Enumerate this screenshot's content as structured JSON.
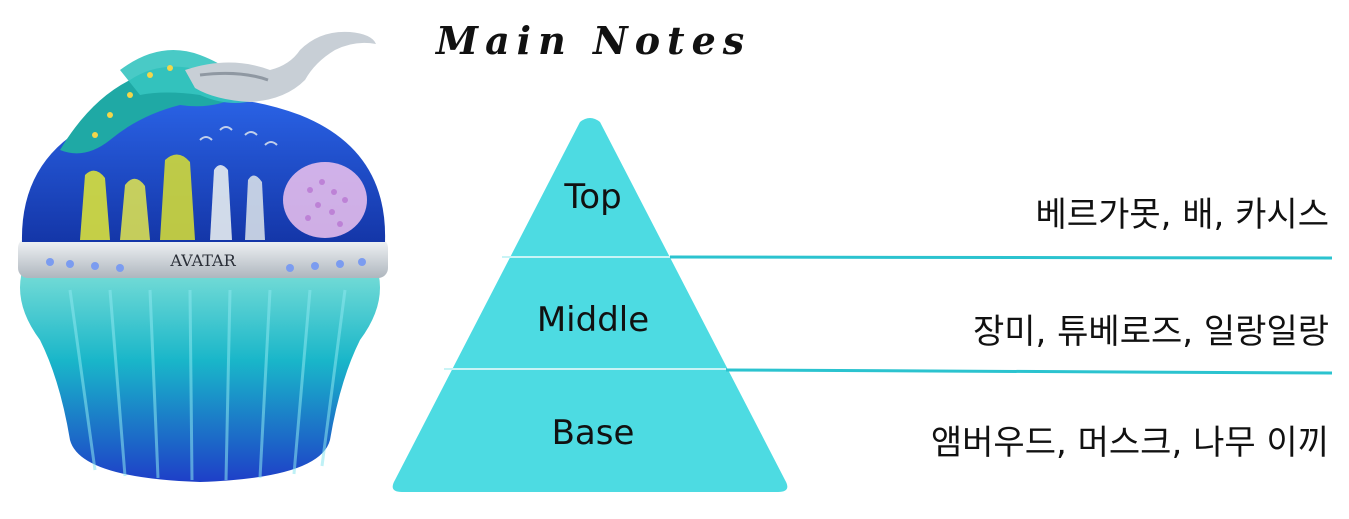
{
  "title": "Main Notes",
  "bottle": {
    "label": "AVATAR"
  },
  "colors": {
    "pyramid": "#4ddbe2",
    "line": "#2bc3cf",
    "dome": "#1e4fd0",
    "base_glass": "#19b6c9",
    "bird": "#c8cfd6"
  },
  "notes": {
    "top": {
      "label": "Top",
      "text": "베르가못, 배, 카시스"
    },
    "middle": {
      "label": "Middle",
      "text": "장미, 튜베로즈, 일랑일랑"
    },
    "base": {
      "label": "Base",
      "text": "앰버우드, 머스크, 나무 이끼"
    }
  }
}
